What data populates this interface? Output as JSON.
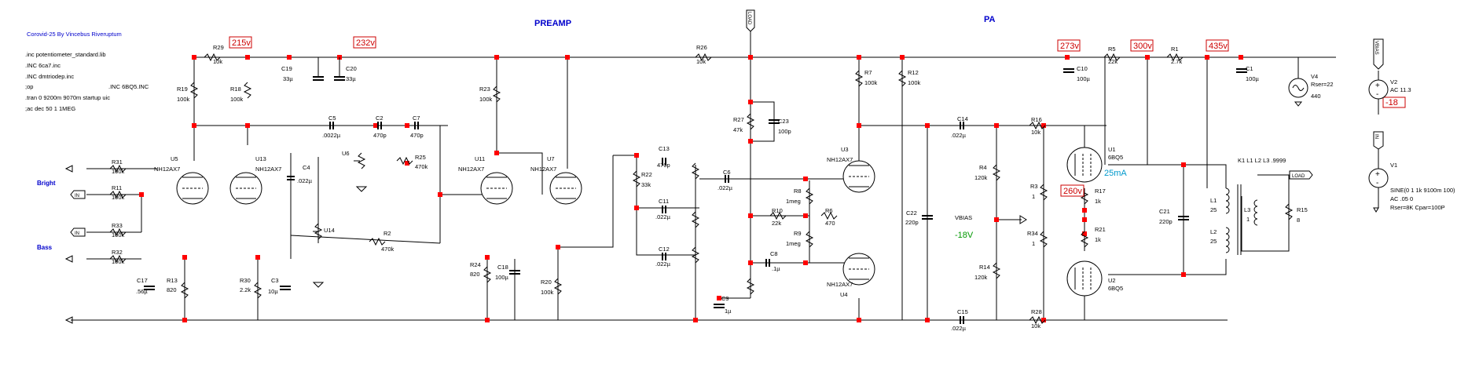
{
  "header": {
    "title": "Corovid-25 By Vincebus Riveruptum",
    "section_preamp": "PREAMP",
    "section_pa": "PA"
  },
  "directives": [
    ".inc potentiometer_standard.lib",
    ".INC 6ca7.inc",
    ".INC dmtriodep.inc",
    ";op",
    ".tran 0 9200m 9070m startup uic",
    ";ac dec 50 1 1MEG"
  ],
  "directive_extra": ".INC 6BQ5.INC",
  "voltage_probes": [
    "215v",
    "232v",
    "273v",
    "300v",
    "435v",
    "260v",
    "-18"
  ],
  "inputs": {
    "bright": "Bright",
    "bass": "Bass",
    "in": "IN",
    "load": "LOAD"
  },
  "measurements": {
    "bias_label": "VBIAS",
    "bias_value": "-18V",
    "current": "25mA"
  },
  "tubes": [
    {
      "ref": "U5",
      "type": "NH12AX7"
    },
    {
      "ref": "U13",
      "type": "NH12AX7"
    },
    {
      "ref": "U11",
      "type": "NH12AX7"
    },
    {
      "ref": "U7",
      "type": "NH12AX7"
    },
    {
      "ref": "U3",
      "type": "NH12AX7"
    },
    {
      "ref": "U4",
      "type": "NH12AX7"
    },
    {
      "ref": "U1",
      "type": "6BQ5"
    },
    {
      "ref": "U2",
      "type": "6BQ5"
    }
  ],
  "pots": [
    "U6",
    "U14"
  ],
  "resistors": [
    {
      "ref": "R29",
      "value": "10k"
    },
    {
      "ref": "R19",
      "value": "100k"
    },
    {
      "ref": "R18",
      "value": "100k"
    },
    {
      "ref": "R31",
      "value": "100k"
    },
    {
      "ref": "R11",
      "value": "100k"
    },
    {
      "ref": "R33",
      "value": "100k"
    },
    {
      "ref": "R32",
      "value": "100k"
    },
    {
      "ref": "R13",
      "value": "820"
    },
    {
      "ref": "R30",
      "value": "2.2k"
    },
    {
      "ref": "R25",
      "value": "470k"
    },
    {
      "ref": "R2",
      "value": "470k"
    },
    {
      "ref": "R23",
      "value": "100k"
    },
    {
      "ref": "R24",
      "value": "820"
    },
    {
      "ref": "R20",
      "value": "100k"
    },
    {
      "ref": "R22",
      "value": "33k"
    },
    {
      "ref": "R26",
      "value": "10k"
    },
    {
      "ref": "R27",
      "value": "47k"
    },
    {
      "ref": "R8",
      "value": "1meg"
    },
    {
      "ref": "R10",
      "value": "22k"
    },
    {
      "ref": "R9",
      "value": "1meg"
    },
    {
      "ref": "R6",
      "value": "470"
    },
    {
      "ref": "R7",
      "value": "100k"
    },
    {
      "ref": "R12",
      "value": "100k"
    },
    {
      "ref": "R4",
      "value": "120k"
    },
    {
      "ref": "R14",
      "value": "120k"
    },
    {
      "ref": "R16",
      "value": "10k"
    },
    {
      "ref": "R28",
      "value": "10k"
    },
    {
      "ref": "R5",
      "value": "22k"
    },
    {
      "ref": "R1",
      "value": "2.7k"
    },
    {
      "ref": "R3",
      "value": "1"
    },
    {
      "ref": "R34",
      "value": "1"
    },
    {
      "ref": "R17",
      "value": "1k"
    },
    {
      "ref": "R21",
      "value": "1k"
    },
    {
      "ref": "R15",
      "value": "8"
    }
  ],
  "capacitors": [
    {
      "ref": "C19",
      "value": "33µ"
    },
    {
      "ref": "C20",
      "value": "33µ"
    },
    {
      "ref": "C5",
      "value": ".0022µ"
    },
    {
      "ref": "C2",
      "value": "470p"
    },
    {
      "ref": "C7",
      "value": "470p"
    },
    {
      "ref": "C4",
      "value": ".022µ"
    },
    {
      "ref": "C17",
      "value": ".56µ"
    },
    {
      "ref": "C3",
      "value": "10µ"
    },
    {
      "ref": "C18",
      "value": "100µ"
    },
    {
      "ref": "C13",
      "value": "470p"
    },
    {
      "ref": "C11",
      "value": ".022µ"
    },
    {
      "ref": "C12",
      "value": ".022µ"
    },
    {
      "ref": "C6",
      "value": ".022µ"
    },
    {
      "ref": "C23",
      "value": "100p"
    },
    {
      "ref": "C8",
      "value": ".1µ"
    },
    {
      "ref": "C9",
      "value": "1µ"
    },
    {
      "ref": "C10",
      "value": "100µ"
    },
    {
      "ref": "C1",
      "value": "100µ"
    },
    {
      "ref": "C14",
      "value": ".022µ"
    },
    {
      "ref": "C15",
      "value": ".022µ"
    },
    {
      "ref": "C22",
      "value": "220p"
    },
    {
      "ref": "C21",
      "value": "220p"
    }
  ],
  "inductors": [
    {
      "ref": "L1",
      "value": "25"
    },
    {
      "ref": "L2",
      "value": "25"
    },
    {
      "ref": "L3",
      "value": "1"
    }
  ],
  "coupling": "K1 L1 L2 L3 .9999",
  "sources": {
    "v4": {
      "ref": "V4",
      "rser": "Rser=22",
      "value": "440"
    },
    "v2": {
      "ref": "V2",
      "value": "AC 11.3",
      "net": "VBIAS"
    },
    "v1": {
      "ref": "V1",
      "line1": "SINE(0 1 1k 9100m 100)",
      "line2": "AC .05 0",
      "line3": "Rser=8K Cpar=100P",
      "net": "IN"
    }
  }
}
